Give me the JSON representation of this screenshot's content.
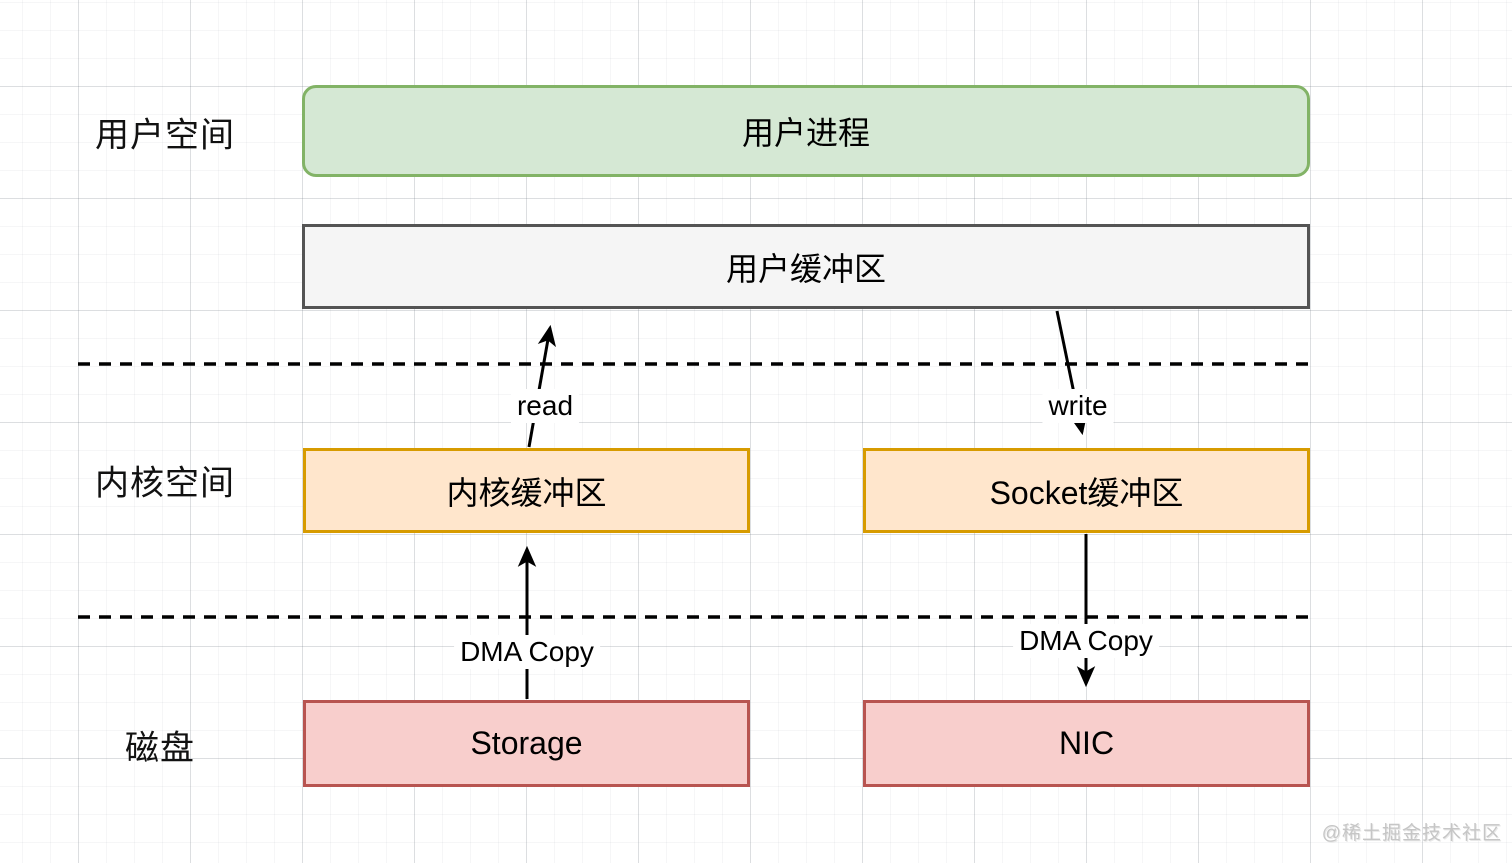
{
  "diagram": {
    "row_labels": {
      "user_space": "用户空间",
      "kernel_space": "内核空间",
      "disk": "磁盘"
    },
    "boxes": {
      "user_process": "用户进程",
      "user_buffer": "用户缓冲区",
      "kernel_buffer": "内核缓冲区",
      "socket_buffer": "Socket缓冲区",
      "storage": "Storage",
      "nic": "NIC"
    },
    "arrow_labels": {
      "read": "read",
      "write": "write",
      "dma_copy_left": "DMA Copy",
      "dma_copy_right": "DMA Copy"
    },
    "watermark": "@稀土掘金技术社区"
  },
  "colors": {
    "green-fill": "#d5e8d4",
    "green-stroke": "#82b366",
    "gray-fill": "#f5f5f5",
    "gray-stroke": "#545454",
    "orange-fill": "#ffe6cc",
    "orange-stroke": "#d79b00",
    "red-fill": "#f8cecc",
    "red-stroke": "#b85450",
    "line": "#000000",
    "watermark": "#c6c6c6"
  }
}
